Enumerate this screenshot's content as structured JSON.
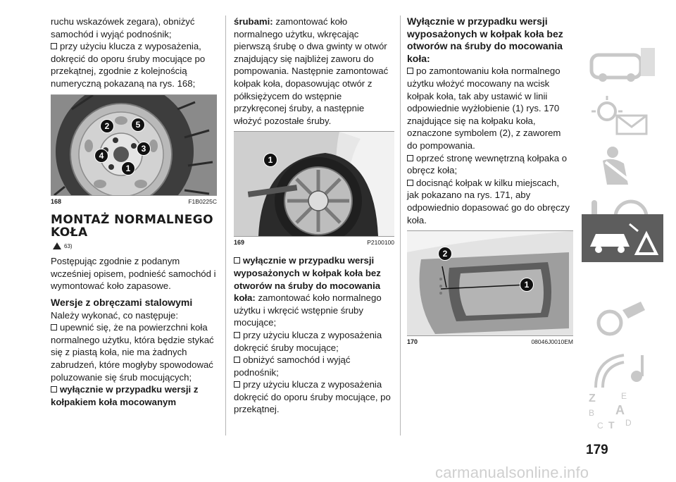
{
  "col1": {
    "intro": "ruchu wskazówek zegara), obniżyć samochód i wyjąć podnośnik;",
    "bullet1": "przy użyciu klucza z wyposażenia, dokręcić do oporu śruby mocujące po przekątnej, zgodnie z kolejnością numeryczną pokazaną na rys. 168;",
    "fig": {
      "num": "168",
      "code": "F1B0225C",
      "labels": [
        "1",
        "2",
        "3",
        "4",
        "5"
      ]
    },
    "heading": "MONTAŻ NORMALNEGO KOŁA",
    "warn_ref": "63)",
    "para": "Postępując zgodnie z podanym wcześniej opisem, podnieść samochód i wymontować koło zapasowe.",
    "subheading": "Wersje z obręczami stalowymi",
    "para2": "Należy wykonać, co następuje:",
    "bullet2": "upewnić się, że na powierzchni koła normalnego użytku, która będzie stykać się z piastą koła, nie ma żadnych zabrudzeń, które mogłyby spowodować poluzowanie się śrub mocujących;",
    "bullet3": "wyłącznie w przypadku wersji z kołpakiem koła mocowanym"
  },
  "col2": {
    "lead_bold": "śrubami:",
    "lead": "zamontować koło normalnego użytku, wkręcając pierwszą śrubę o dwa gwinty w otwór znajdujący się najbliżej zaworu do pompowania. Następnie zamontować kołpak koła, dopasowując otwór z półksiężycem do wstępnie przykręconej śruby, a następnie włożyć pozostałe śruby.",
    "fig": {
      "num": "169",
      "code": "P2100100",
      "labels": [
        "1"
      ]
    },
    "bullet1_bold": "wyłącznie w przypadku wersji wyposażonych w kołpak koła bez otworów na śruby do mocowania koła:",
    "bullet1": "zamontować koło normalnego użytku i wkręcić wstępnie śruby mocujące;",
    "bullet2": "przy użyciu klucza z wyposażenia dokręcić śruby mocujące;",
    "bullet3": "obniżyć samochód i wyjąć podnośnik;",
    "bullet4": "przy użyciu klucza z wyposażenia dokręcić do oporu śruby mocujące, po przekątnej."
  },
  "col3": {
    "heading": "Wyłącznie w przypadku wersji wyposażonych w kołpak koła bez otworów na śruby do mocowania koła:",
    "bullet1": "po zamontowaniu koła normalnego użytku włożyć mocowany na wcisk kołpak koła, tak aby ustawić w linii odpowiednie wyżłobienie (1) rys. 170 znajdujące się na kołpaku koła, oznaczone symbolem (2), z zaworem do pompowania.",
    "bullet2": "oprzeć stronę wewnętrzną kołpaka o obręcz koła;",
    "bullet3": "docisnąć kołpak w kilku miejscach, jak pokazano na rys. 171, aby odpowiednio dopasować go do obręczy koła.",
    "fig": {
      "num": "170",
      "code": "08046J0010EM",
      "labels": [
        "2",
        "1"
      ]
    }
  },
  "sidebar": {
    "icons": [
      "car-dashboard-icon",
      "warning-lights-icon",
      "seat-safety-icon",
      "starting-driving-icon",
      "emergency-icon",
      "maintenance-icon",
      "multimedia-icon",
      "index-icon"
    ],
    "active": "emergency-icon",
    "index_letters": [
      "Z",
      "E",
      "B",
      "A",
      "C",
      "T",
      "D"
    ]
  },
  "page_number": "179",
  "footer": "carmanualsonline.info",
  "colors": {
    "active_tab": "#5d5d5d",
    "icon_gray": "#c8c8c8"
  }
}
